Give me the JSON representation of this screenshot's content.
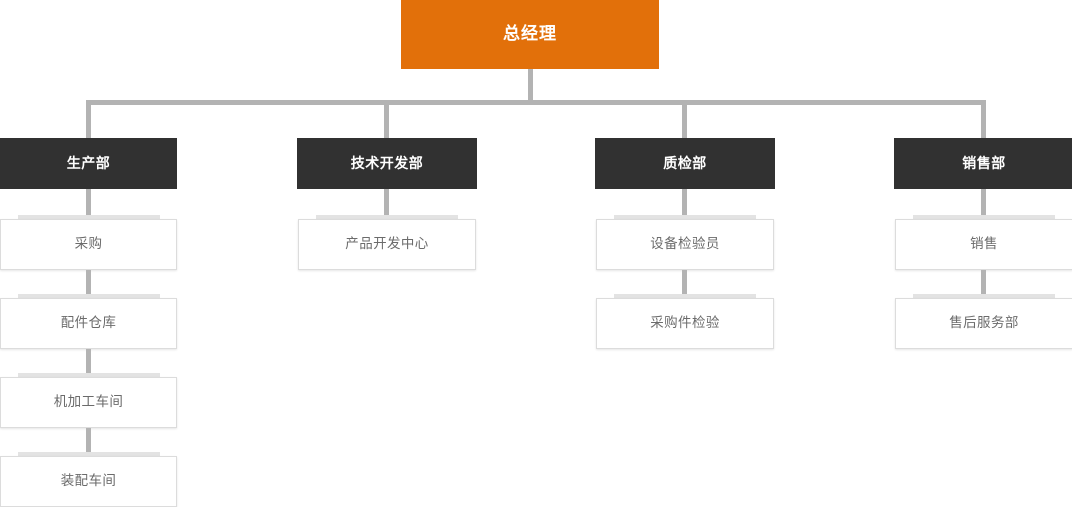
{
  "chart": {
    "type": "org-chart",
    "title": "",
    "colors": {
      "root_background": "#e2700a",
      "root_text": "#ffffff",
      "department_background": "#313131",
      "department_text": "#ffffff",
      "leaf_background": "#ffffff",
      "leaf_text": "#6b6b6b",
      "leaf_border": "#dcdcdc",
      "connector": "#b3b3b3",
      "page_background": "#ffffff"
    },
    "root": {
      "label": "总经理"
    },
    "branches": [
      {
        "department": "生产部",
        "children": [
          {
            "label": "采购"
          },
          {
            "label": "配件仓库"
          },
          {
            "label": "机加工车间"
          },
          {
            "label": "装配车间"
          }
        ]
      },
      {
        "department": "技术开发部",
        "children": [
          {
            "label": "产品开发中心"
          }
        ]
      },
      {
        "department": "质检部",
        "children": [
          {
            "label": "设备检验员"
          },
          {
            "label": "采购件检验"
          }
        ]
      },
      {
        "department": "销售部",
        "children": [
          {
            "label": "销售"
          },
          {
            "label": "售后服务部"
          }
        ]
      }
    ]
  }
}
